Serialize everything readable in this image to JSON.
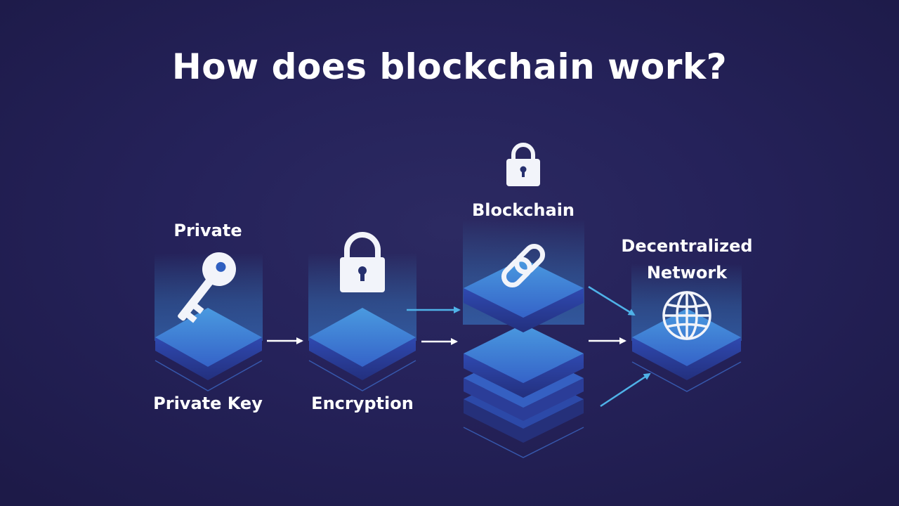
{
  "title": "How does blockchain work?",
  "stages": [
    {
      "id": "private-key",
      "top_label": "Private",
      "bottom_label": "Private Key",
      "icon": "key-icon"
    },
    {
      "id": "encryption",
      "bottom_label": "Encryption",
      "icon": "padlock-icon"
    },
    {
      "id": "blockchain",
      "top_label": "Blockchain",
      "icon": "chain-link-icon",
      "extra_icon": "padlock-icon"
    },
    {
      "id": "network",
      "top_label_lines": [
        "Decentralized",
        "Network"
      ],
      "icon": "globe-icon"
    }
  ],
  "colors": {
    "background": "#25225a",
    "tile_top": "#3a6fd0",
    "tile_side": "#2a3fa0",
    "glow": "#4aa9e6",
    "arrow_white": "#ffffff",
    "arrow_blue": "#4fb2e8"
  }
}
